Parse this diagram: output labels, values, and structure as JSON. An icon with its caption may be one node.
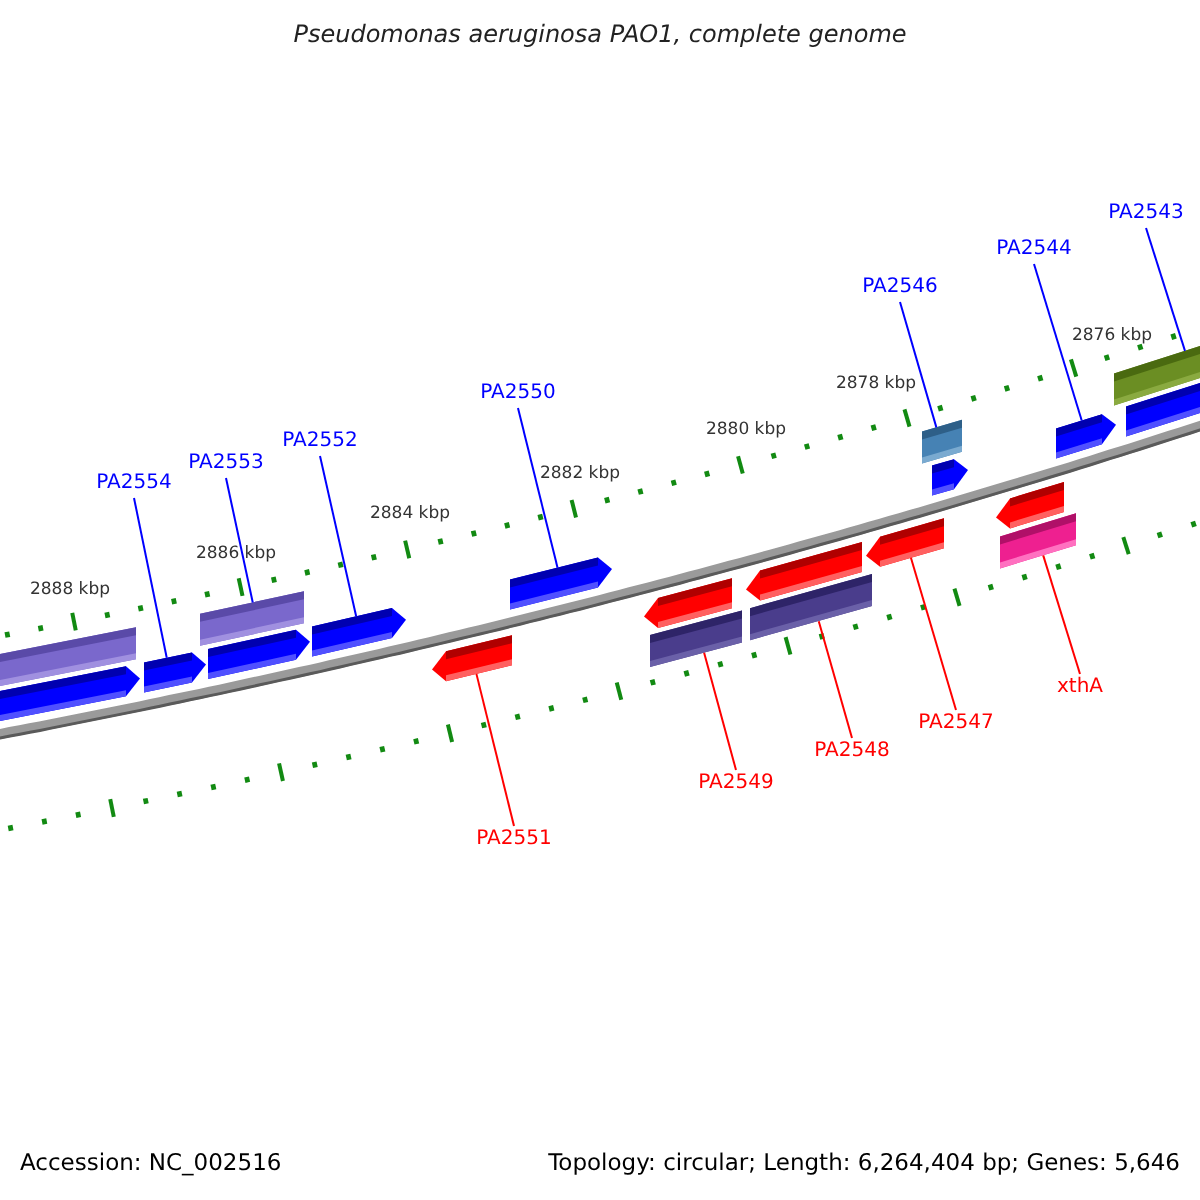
{
  "diagram": {
    "title": "Pseudomonas aeruginosa PAO1, complete genome",
    "nodes": [
      {
        "text": [
          "PA2543"
        ]
      },
      {
        "text": [
          "PA2544"
        ]
      },
      {
        "text": [
          "PA2546"
        ]
      },
      {
        "text": [
          "PA2550"
        ]
      },
      {
        "text": [
          "PA2552"
        ]
      },
      {
        "text": [
          "PA2553"
        ]
      },
      {
        "text": [
          "PA2554"
        ]
      },
      {
        "text": [
          "PA2551"
        ]
      },
      {
        "text": [
          "PA2549"
        ]
      },
      {
        "text": [
          "PA2548"
        ]
      },
      {
        "text": [
          "PA2547"
        ]
      },
      {
        "text": [
          "xthA"
        ]
      },
      {
        "text": [],
        "shape": "bar"
      },
      {
        "text": [],
        "shape": "pentagon"
      },
      {
        "text": [],
        "shape": "pentagon"
      },
      {
        "text": [],
        "shape": "bar"
      },
      {
        "text": [],
        "shape": "pentagon"
      },
      {
        "text": [],
        "shape": "pentagon"
      },
      {
        "text": [],
        "shape": "pentagon"
      },
      {
        "text": [],
        "shape": "pentagon"
      },
      {
        "text": [],
        "shape": "pentagon"
      },
      {
        "text": [],
        "shape": "bar"
      },
      {
        "text": [],
        "shape": "pentagon"
      },
      {
        "text": [],
        "shape": "bar"
      },
      {
        "text": [],
        "shape": "pentagon"
      },
      {
        "text": [],
        "shape": "bar"
      },
      {
        "text": [],
        "shape": "pentagon"
      },
      {
        "text": [],
        "shape": "pentagon"
      },
      {
        "text": [],
        "shape": "bar"
      },
      {
        "text": [],
        "shape": "pentagon"
      },
      {
        "text": [],
        "shape": "bar"
      },
      {
        "text": [],
        "shape": "pentagon"
      }
    ],
    "edges": [
      {
        "from": 0,
        "to": 30,
        "arrow": "none"
      },
      {
        "from": 1,
        "to": 29,
        "arrow": "none"
      },
      {
        "from": 2,
        "to": 25,
        "arrow": "none"
      },
      {
        "from": 3,
        "to": 19,
        "arrow": "none"
      },
      {
        "from": 4,
        "to": 17,
        "arrow": "none"
      },
      {
        "from": 5,
        "to": 15,
        "arrow": "none"
      },
      {
        "from": 6,
        "to": 14,
        "arrow": "none"
      },
      {
        "from": 7,
        "to": 18,
        "arrow": "none",
        "color": "#ff0000"
      },
      {
        "from": 8,
        "to": 21,
        "arrow": "none",
        "color": "#ff0000"
      },
      {
        "from": 9,
        "to": 23,
        "arrow": "none",
        "color": "#ff0000"
      },
      {
        "from": 10,
        "to": 24,
        "arrow": "none",
        "color": "#ff0000"
      },
      {
        "from": 11,
        "to": 28,
        "arrow": "none",
        "color": "#ff0000"
      }
    ],
    "labels": [
      "2876 kbp",
      "2878 kbp",
      "2880 kbp",
      "2882 kbp",
      "2884 kbp",
      "2886 kbp",
      "2888 kbp",
      "Accession: NC_002516",
      "Topology: circular; Length: 6,264,404 bp; Genes: 5,646"
    ]
  }
}
